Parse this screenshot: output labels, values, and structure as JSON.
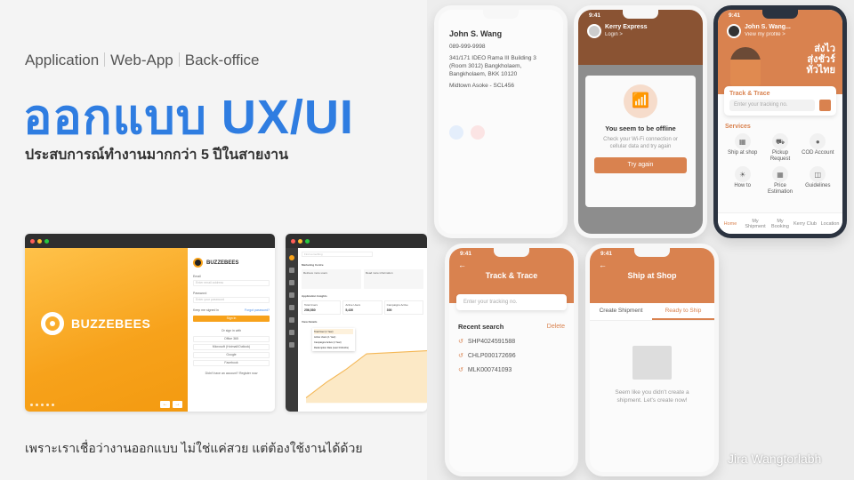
{
  "header": {
    "categories": [
      "Application",
      "Web-App",
      "Back-office"
    ],
    "title": "ออกแบบ UX/UI",
    "subtitle": "ประสบการณ์ทำงานมากกว่า 5 ปีในสายงาน"
  },
  "footer": {
    "tagline": "เพราะเราเชื่อว่างานออกแบบ ไม่ใช่แค่สวย แต่ต้องใช้งานได้ด้วย"
  },
  "colors": {
    "accent_blue": "#2f7de1",
    "buzzebees_orange": "#f7a21b",
    "kerry_orange": "#d9824f",
    "phone_dark": "#2b3340"
  },
  "login_mockup": {
    "brand": "BUZZEBEES",
    "email_label": "Email",
    "email_placeholder": "Enter email address",
    "password_label": "Password",
    "password_placeholder": "Enter your password",
    "keep_signed": "Keep me signed in",
    "forgot": "Forgot password?",
    "signin": "Sign in",
    "or": "Or sign in with",
    "social": [
      "Office 365",
      "Microsoft (Hotmail/Outlook)",
      "Google",
      "Facebook"
    ],
    "register": "Didn't have an account? Register now"
  },
  "dashboard_mockup": {
    "search_placeholder": "Find something",
    "marketing": "Marketing Centre",
    "card1": "Retrieve more users",
    "card2": "Read more information",
    "insights": "Application Insights",
    "stats": [
      {
        "label": "Total Users",
        "value": "256,580"
      },
      {
        "label": "Active Users",
        "value": "5,430"
      },
      {
        "label": "Campaigns Active",
        "value": "300"
      }
    ],
    "view_details": "View Details",
    "dropdown": [
      "Total User (1 Year)",
      "Active Users (1 Year)",
      "Campaigns Active (1 Year)",
      "Redemption Rate (Last 3 Months)"
    ]
  },
  "phones": {
    "address": {
      "name": "John S. Wang",
      "phone": "089-999-9998",
      "address": "341/171 IDEO Rama III Building 3 (Room 3012) Bangkholaem, Bangkholaem, BKK 10120",
      "branch": "Midtown Asoke - SCL456"
    },
    "offline": {
      "time": "9:41",
      "brand": "Kerry Express",
      "login": "Login >",
      "title": "You seem to be offline",
      "message": "Check your Wi-Fi connection or cellular data and try again",
      "button": "Try again"
    },
    "home": {
      "time": "9:41",
      "user": "John S. Wang...",
      "profile": "View my profile >",
      "slogan": [
        "ส่งไว",
        "ส่งชัวร์",
        "ทั่วไทย"
      ],
      "track_title": "Track & Trace",
      "track_placeholder": "Enter your tracking no.",
      "services_title": "Services",
      "services": [
        "Ship at shop",
        "Pickup Request",
        "COD Account",
        "How to",
        "Price Estimation",
        "Guidelines"
      ],
      "nav": [
        "Home",
        "My Shipment",
        "My Booking",
        "Kerry Club",
        "Location"
      ]
    },
    "track": {
      "time": "9:41",
      "title": "Track & Trace",
      "placeholder": "Enter your tracking no.",
      "recent": "Recent search",
      "delete": "Delete",
      "items": [
        "SHP4024591588",
        "CHLP000172696",
        "MLK000741093"
      ]
    },
    "ship": {
      "time": "9:41",
      "title": "Ship at Shop",
      "tabs": [
        "Create Shipment",
        "Ready to Ship"
      ],
      "empty": "Seem like you didn't create a shipment. Let's create now!"
    }
  },
  "watermark": "Jira Wangtorlabh"
}
